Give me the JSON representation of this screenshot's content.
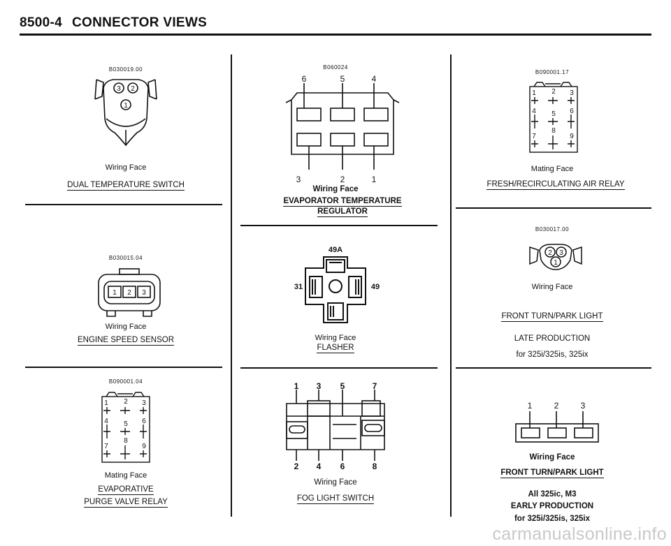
{
  "header": {
    "page_number": "8500-4",
    "title": "CONNECTOR VIEWS"
  },
  "panels": {
    "dual_temp_switch": {
      "code": "B030019.00",
      "pins": [
        "3",
        "2",
        "1"
      ],
      "face_label": "Wiring Face",
      "caption": "DUAL TEMPERATURE SWITCH"
    },
    "engine_speed_sensor": {
      "code": "B030015.04",
      "pins": [
        "1",
        "2",
        "3"
      ],
      "face_label": "Wiring Face",
      "caption": "ENGINE SPEED SENSOR"
    },
    "evap_purge_relay": {
      "code": "B090001.04",
      "pins": [
        "1",
        "2",
        "3",
        "4",
        "5",
        "6",
        "7",
        "8",
        "9"
      ],
      "face_label": "Mating Face",
      "caption_line1": "EVAPORATIVE",
      "caption_line2": "PURGE VALVE RELAY"
    },
    "evap_temp_regulator": {
      "code": "B060024",
      "pins_top": [
        "6",
        "5",
        "4"
      ],
      "pins_bottom": [
        "3",
        "2",
        "1"
      ],
      "face_label": "Wiring Face",
      "caption_line1": "EVAPORATOR TEMPERATURE",
      "caption_line2": "REGULATOR"
    },
    "flasher": {
      "pins": [
        "49A",
        "31",
        "49"
      ],
      "face_label": "Wiring Face",
      "caption": "FLASHER"
    },
    "fog_light_switch": {
      "pins_top": [
        "1",
        "3",
        "5",
        "7"
      ],
      "pins_bottom": [
        "2",
        "4",
        "6",
        "8"
      ],
      "face_label": "Wiring Face",
      "caption": "FOG LIGHT SWITCH"
    },
    "fresh_recirc_relay": {
      "code": "B090001.17",
      "pins": [
        "1",
        "2",
        "3",
        "4",
        "5",
        "6",
        "7",
        "8",
        "9"
      ],
      "face_label": "Mating Face",
      "caption": "FRESH/RECIRCULATING AIR RELAY"
    },
    "front_turn_late": {
      "code": "B030017.00",
      "pins": [
        "2",
        "3",
        "1"
      ],
      "face_label": "Wiring Face",
      "caption": "FRONT TURN/PARK LIGHT",
      "note1": "LATE PRODUCTION",
      "note2": "for 325i/325is, 325ix"
    },
    "front_turn_early": {
      "pins": [
        "1",
        "2",
        "3"
      ],
      "face_label": "Wiring Face",
      "caption": "FRONT TURN/PARK LIGHT",
      "note1": "All 325ic, M3",
      "note2": "EARLY PRODUCTION",
      "note3": "for 325i/325is, 325ix"
    }
  },
  "watermark": "carmanualsonline.info"
}
